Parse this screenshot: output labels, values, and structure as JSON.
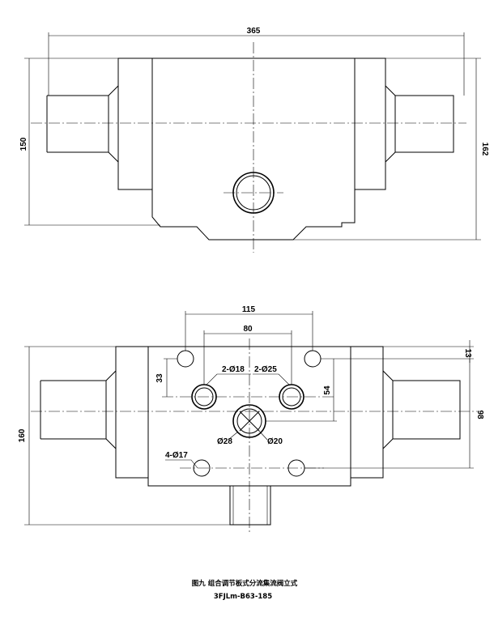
{
  "caption": {
    "title": "图九 组合调节板式分流集流阀立式",
    "model": "3FJLm-B63-185"
  },
  "front_view": {
    "dim_width": "365",
    "dim_height_left": "150",
    "dim_height_right": "162"
  },
  "top_view": {
    "dim_outer_spacing": "115",
    "dim_inner_spacing": "80",
    "dim_offset_13": "13",
    "dim_33": "33",
    "dim_54": "54",
    "dim_98": "98",
    "dim_160": "160",
    "label_port_a": "2-Ø18",
    "label_port_b": "2-Ø25",
    "label_bore_outer": "Ø28",
    "label_bore_inner": "Ø20",
    "label_mount_holes": "4-Ø17"
  }
}
